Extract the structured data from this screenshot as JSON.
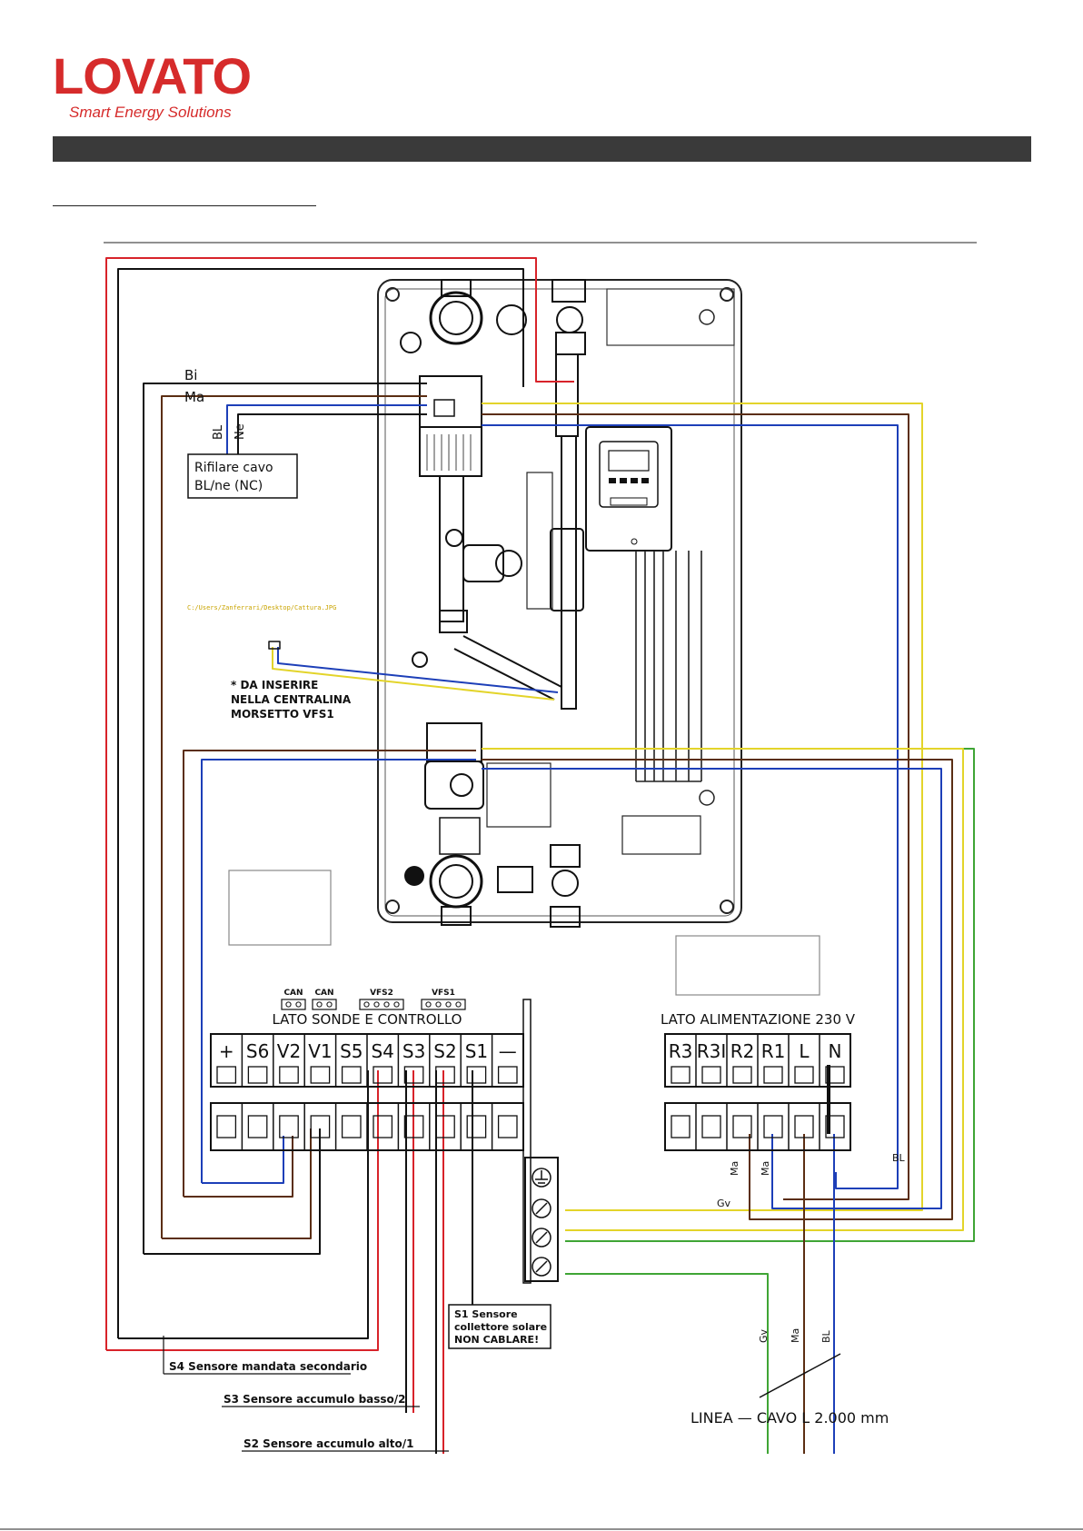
{
  "brand": {
    "name": "LOVATO",
    "tagline": "Smart Energy Solutions",
    "color": "#d62b2b"
  },
  "file_path_label": "C:/Users/Zanferrari/Desktop/Cattura.JPG",
  "wire_labels": {
    "bi": "Bi",
    "ma": "Ma",
    "bl": "BL",
    "ne": "Ne",
    "gv": "Gv"
  },
  "notes": {
    "trim_cable": [
      "Rifilare cavo",
      "BL/ne (NC)"
    ],
    "insert_note": [
      "* DA INSERIRE",
      "NELLA CENTRALINA",
      "MORSETTO VFS1"
    ],
    "s1_note": [
      "S1 Sensore",
      "collettore solare",
      "NON CABLARE!"
    ]
  },
  "connectors": [
    "CAN",
    "CAN",
    "VFS2",
    "VFS1"
  ],
  "sensor_side": {
    "title": "LATO SONDE E CONTROLLO",
    "terminals": [
      "+",
      "S6",
      "V2",
      "V1",
      "S5",
      "S4",
      "S3",
      "S2",
      "S1",
      "—"
    ]
  },
  "power_side": {
    "title": "LATO ALIMENTAZIONE 230 V",
    "terminals": [
      "R3",
      "R3I",
      "R2",
      "R1",
      "L",
      "N"
    ]
  },
  "sensor_labels": {
    "s4": "S4 Sensore mandata secondario",
    "s3": "S3 Sensore accumulo basso/2",
    "s2": "S2 Sensore accumulo alto/1"
  },
  "line_cable": "LINEA — CAVO L 2.000 mm",
  "wire_colors": {
    "red": "#d8232a",
    "brown": "#5b2e13",
    "blue": "#1d3fb8",
    "yellow": "#e3d42a",
    "green": "#3fa535",
    "black": "#111111"
  }
}
